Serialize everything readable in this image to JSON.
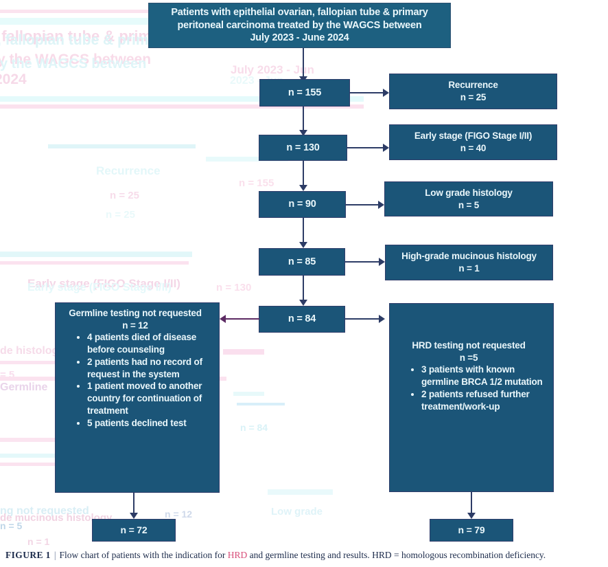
{
  "figure": {
    "label": "FIGURE 1",
    "separator": "|",
    "caption_part1": "Flow chart of patients with the indication for ",
    "caption_hl1": "HRD",
    "caption_part2": " and germline testing and results. ",
    "caption_hl2": "HRD",
    "caption_part3": " = homologous recombination deficiency."
  },
  "colors": {
    "box_fill": "#1b5578",
    "header_fill": "#1d6080",
    "box_border": "#2f3d6b",
    "text": "#eaf7fb",
    "connector": "#2d3c66",
    "connector_alt": "#5c2a63",
    "caption_highlight": "#d84f7a"
  },
  "header": {
    "line1": "Patients with epithelial ovarian, fallopian tube & primary",
    "line2": "peritoneal carcinoma treated by the WAGCS between",
    "line3": "July 2023 - June 2024"
  },
  "spine": [
    {
      "name": "cohort-155",
      "value": "n = 155"
    },
    {
      "name": "cohort-130",
      "value": "n = 130"
    },
    {
      "name": "cohort-90",
      "value": "n = 90"
    },
    {
      "name": "cohort-85",
      "value": "n = 85"
    },
    {
      "name": "cohort-84",
      "value": "n = 84"
    }
  ],
  "exclusions": [
    {
      "name": "recurrence",
      "title": "Recurrence",
      "count": "n = 25"
    },
    {
      "name": "early-stage",
      "title": "Early stage (FIGO Stage I/II)",
      "count": "n = 40"
    },
    {
      "name": "low-grade",
      "title": "Low grade histology",
      "count": "n = 5"
    },
    {
      "name": "mucinous",
      "title": "High-grade mucinous histology",
      "count": "n = 1"
    }
  ],
  "germline": {
    "title": "Germline testing not requested",
    "count": "n = 12",
    "items": [
      "4 patients died of disease before counseling",
      "2 patients had no record of request in the system",
      "1 patient moved to another country for continuation of treatment",
      "5 patients declined test"
    ]
  },
  "hrd": {
    "title": "HRD testing not requested",
    "count": "n =5",
    "items": [
      "3 patients with known germline BRCA 1/2 mutation",
      "2 patients refused further treatment/work-up"
    ]
  },
  "results": {
    "germline_tested": "n = 72",
    "hrd_tested": "n = 79"
  }
}
